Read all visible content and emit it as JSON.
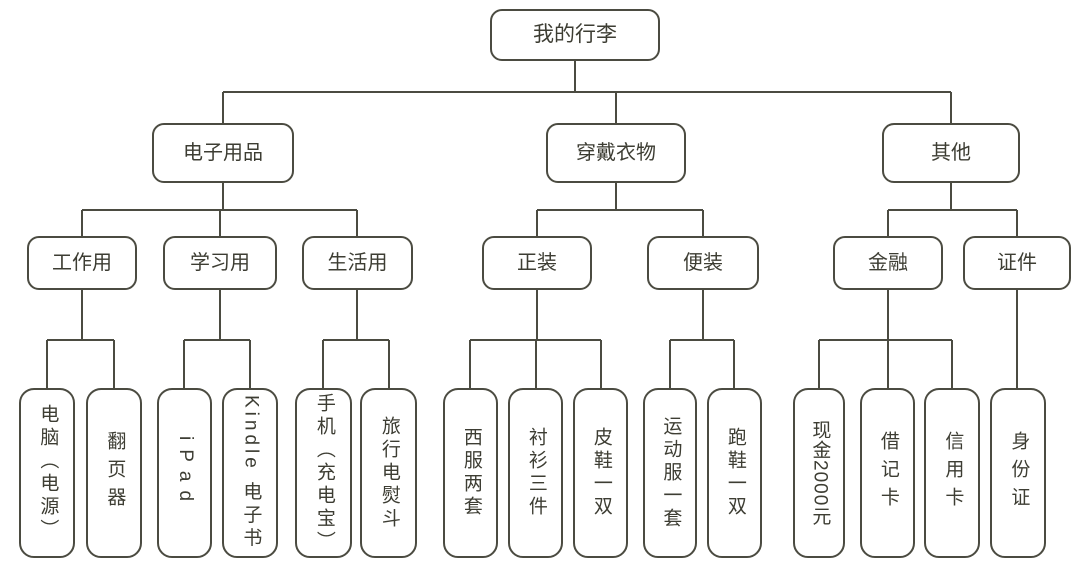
{
  "diagram": {
    "title": "我的行李",
    "colors": {
      "line": "#4b4b41",
      "text": "#3d3d33",
      "background": "#ffffff"
    },
    "root": {
      "label": "我的行李"
    },
    "branches": [
      {
        "label": "电子用品",
        "children": [
          {
            "label": "工作用",
            "items": [
              "电脑（电源）",
              "翻页器"
            ]
          },
          {
            "label": "学习用",
            "items": [
              "iPad",
              "Kindle 电子书"
            ]
          },
          {
            "label": "生活用",
            "items": [
              "手机（充电宝）",
              "旅行电熨斗"
            ]
          }
        ]
      },
      {
        "label": "穿戴衣物",
        "children": [
          {
            "label": "正装",
            "items": [
              "西服两套",
              "衬衫三件",
              "皮鞋一双"
            ]
          },
          {
            "label": "便装",
            "items": [
              "运动服一套",
              "跑鞋一双"
            ]
          }
        ]
      },
      {
        "label": "其他",
        "children": [
          {
            "label": "金融",
            "items": [
              "现金2000元",
              "借记卡",
              "信用卡"
            ]
          },
          {
            "label": "证件",
            "items": [
              "身份证"
            ]
          }
        ]
      }
    ]
  }
}
